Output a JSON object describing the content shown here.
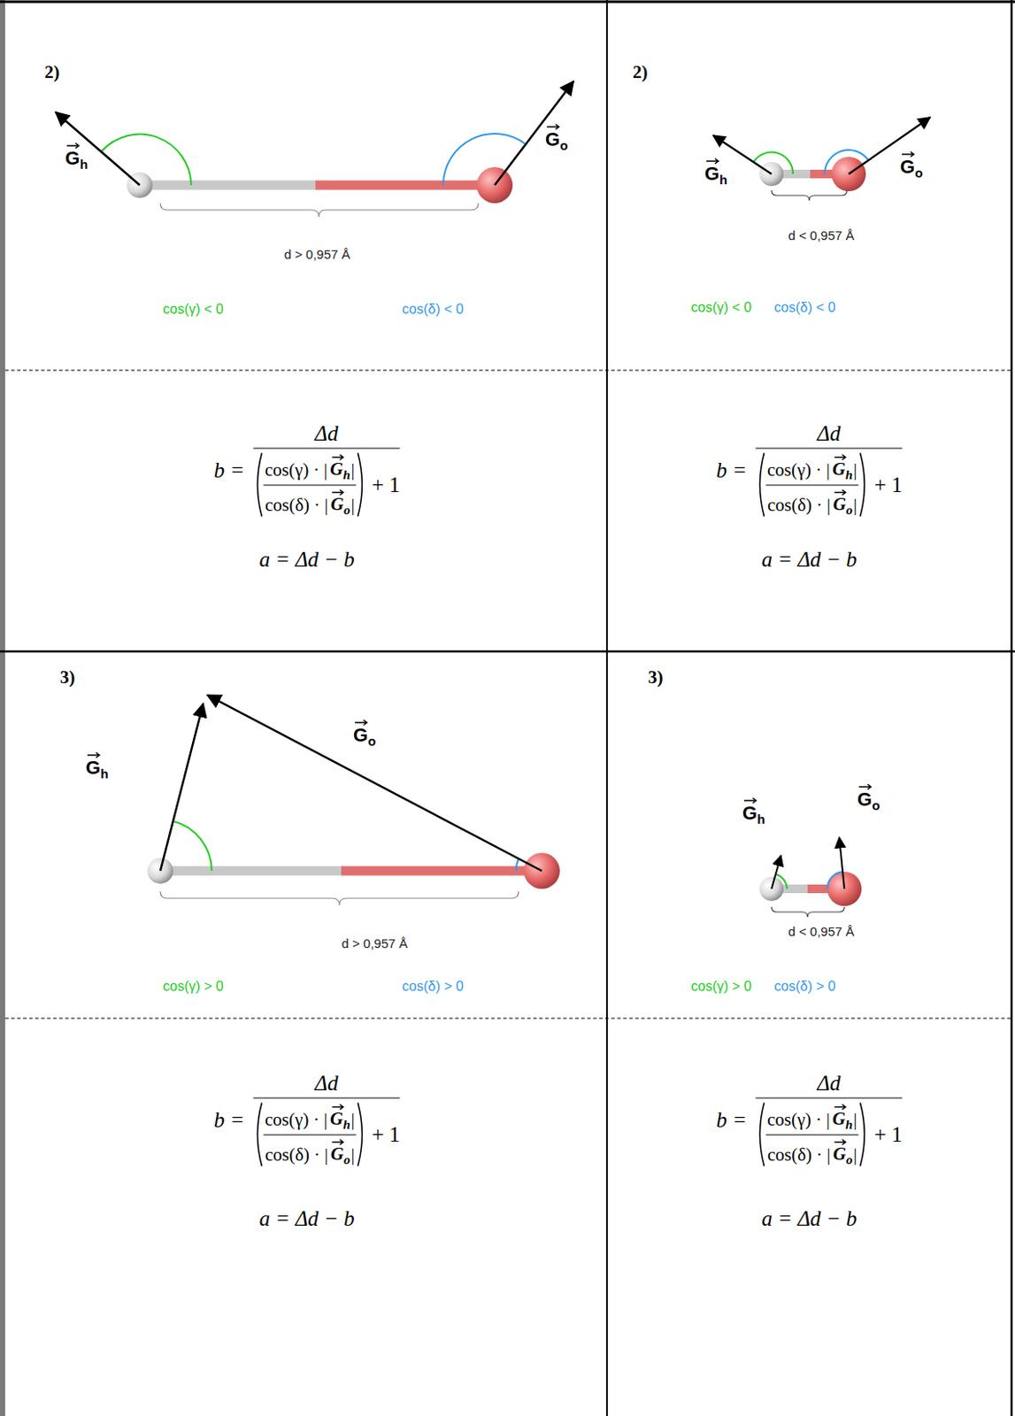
{
  "diagram": {
    "labels": [
      "2)",
      "G",
      "h",
      "G",
      "o",
      "d > 0,957 Å",
      "cos(γ) < 0",
      "cos(δ) < 0",
      "2)",
      "G",
      "h",
      "G",
      "o",
      "d < 0,957 Å",
      "cos(γ) < 0",
      "cos(δ) < 0",
      "b =",
      "Δd",
      "cos(γ) · |",
      "G",
      "h",
      "|",
      "cos(δ) · |",
      "G",
      "o",
      "|",
      "+ 1",
      "a = Δd − b",
      "b =",
      "Δd",
      "cos(γ) · |",
      "G",
      "h",
      "|",
      "cos(δ) · |",
      "G",
      "o",
      "|",
      "+ 1",
      "a = Δd − b",
      "3)",
      "G",
      "h",
      "G",
      "o",
      "d > 0,957 Å",
      "cos(γ) > 0",
      "cos(δ) > 0",
      "3)",
      "G",
      "h",
      "G",
      "o",
      "d < 0,957 Å",
      "cos(γ) > 0",
      "cos(δ) > 0",
      "b =",
      "Δd",
      "cos(γ) · |",
      "G",
      "h",
      "|",
      "cos(δ) · |",
      "G",
      "o",
      "|",
      "+ 1",
      "a = Δd − b",
      "b =",
      "Δd",
      "cos(γ) · |",
      "G",
      "h",
      "|",
      "cos(δ) · |",
      "G",
      "o",
      "|",
      "+ 1",
      "a = Δd − b"
    ]
  }
}
